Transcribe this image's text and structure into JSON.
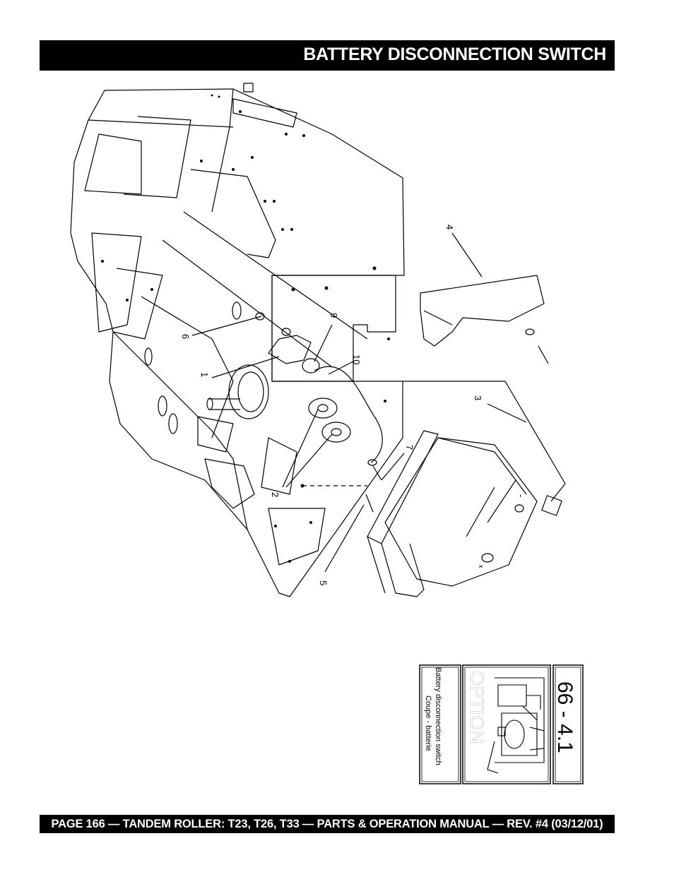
{
  "header": {
    "title": "BATTERY DISCONNECTION SWITCH"
  },
  "callouts": [
    "1",
    "2",
    "3",
    "4",
    "5",
    "6",
    "7",
    "9",
    "10"
  ],
  "index_card": {
    "page_code": "66 - 4.1",
    "option_label": "OPTION",
    "description_en": "Battery disconnection switch",
    "description_fr": "Coupe - batterie"
  },
  "battery_marks": {
    "negative": "-",
    "positive": "x"
  },
  "footer": {
    "text": "PAGE 166 — TANDEM ROLLER: T23, T26, T33 — PARTS & OPERATION MANUAL — REV. #4 (03/12/01)"
  }
}
